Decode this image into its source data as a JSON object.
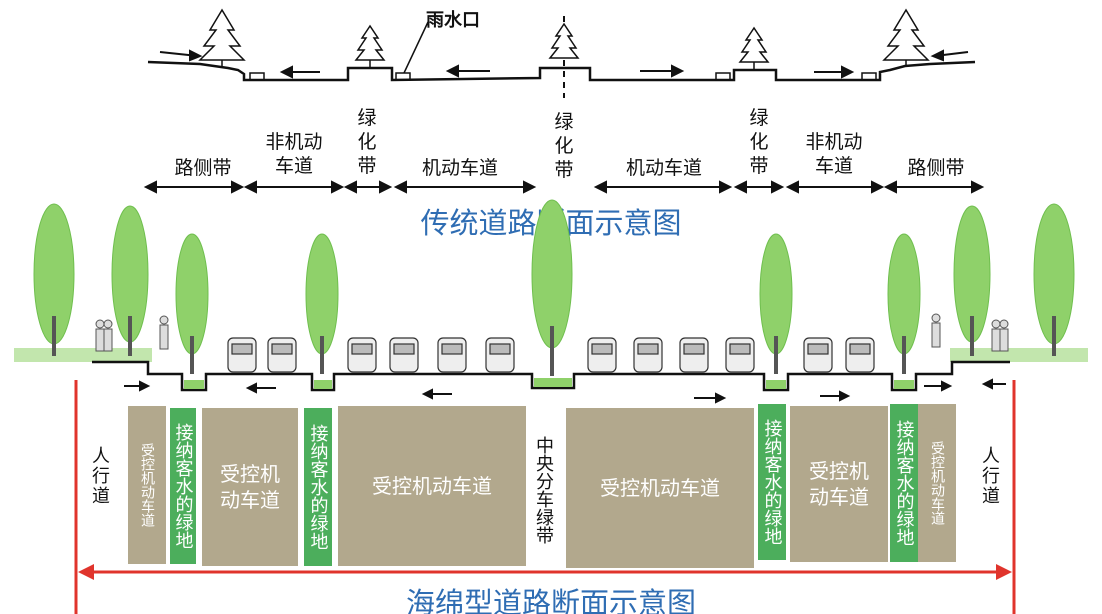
{
  "top_section": {
    "drain_label": "雨水口",
    "labels": {
      "roadside_left": "路侧带",
      "nonmotor_left": "非机动\n车道",
      "green_left": "绿\n化\n带",
      "motor_left": "机动车道",
      "green_center": "绿\n化\n带",
      "motor_right": "机动车道",
      "green_right": "绿\n化\n带",
      "nonmotor_right": "非机动\n车道",
      "roadside_right": "路侧带"
    },
    "caption": "传统道路断面示意图"
  },
  "bottom_section": {
    "sidewalk_left": "人行道",
    "sidewalk_right": "人行道",
    "boxes": {
      "small_lane_left": "受控机动车道",
      "green_receive_1": "接纳客水的绿地",
      "lane_2": "受控机\n动车道",
      "green_receive_2": "接纳客水的绿地",
      "lane_main_left": "受控机动车道",
      "median": "中央分车绿带",
      "lane_main_right": "受控机动车道",
      "green_receive_3": "接纳客水的绿地",
      "lane_5": "受控机\n动车道",
      "green_receive_4": "接纳客水的绿地",
      "small_lane_right": "受控机动车道"
    },
    "caption": "海绵型道路断面示意图"
  },
  "colors": {
    "tan": "#b2a88d",
    "green": "#4cae5c",
    "caption_blue": "#2f6db3",
    "red_dimension": "#e0342c",
    "tree_green": "#8fd16a"
  }
}
